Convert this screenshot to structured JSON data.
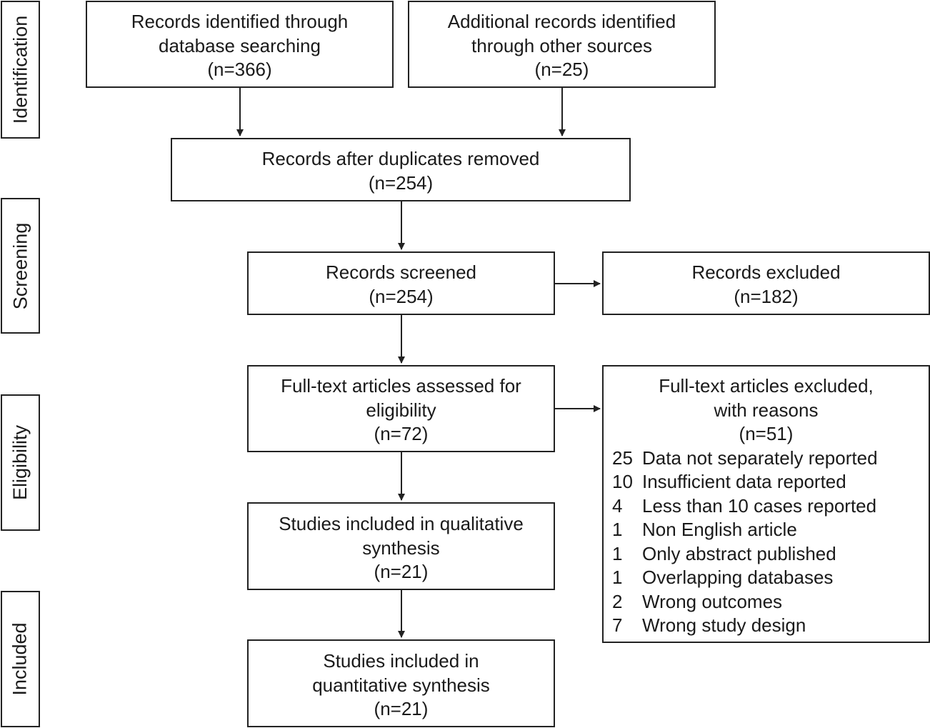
{
  "stages": {
    "identification": "Identification",
    "screening": "Screening",
    "eligibility": "Eligibility",
    "included": "Included"
  },
  "boxes": {
    "db_search": {
      "line1": "Records identified through",
      "line2": "database searching",
      "line3": "(n=366)"
    },
    "other_sources": {
      "line1": "Additional records identified",
      "line2": "through other sources",
      "line3": "(n=25)"
    },
    "dedup": {
      "line1": "Records after duplicates removed",
      "line2": "(n=254)"
    },
    "screened": {
      "line1": "Records screened",
      "line2": "(n=254)"
    },
    "excluded": {
      "line1": "Records excluded",
      "line2": "(n=182)"
    },
    "fulltext": {
      "line1": "Full-text articles assessed for",
      "line2": "eligibility",
      "line3": "(n=72)"
    },
    "fulltext_excluded": {
      "line1": "Full-text articles excluded,",
      "line2": "with reasons",
      "line3": "(n=51)",
      "reasons": [
        {
          "count": "25",
          "label": "Data not separately reported"
        },
        {
          "count": "10",
          "label": "Insufficient data reported"
        },
        {
          "count": "4",
          "label": "Less than 10 cases reported"
        },
        {
          "count": "1",
          "label": "Non English article"
        },
        {
          "count": "1",
          "label": "Only abstract published"
        },
        {
          "count": "1",
          "label": "Overlapping databases"
        },
        {
          "count": "2",
          "label": "Wrong outcomes"
        },
        {
          "count": "7",
          "label": "Wrong study design"
        }
      ]
    },
    "qualitative": {
      "line1": "Studies included in qualitative",
      "line2": "synthesis",
      "line3": "(n=21)"
    },
    "quantitative": {
      "line1": "Studies included in",
      "line2": "quantitative synthesis",
      "line3": "(n=21)"
    }
  }
}
